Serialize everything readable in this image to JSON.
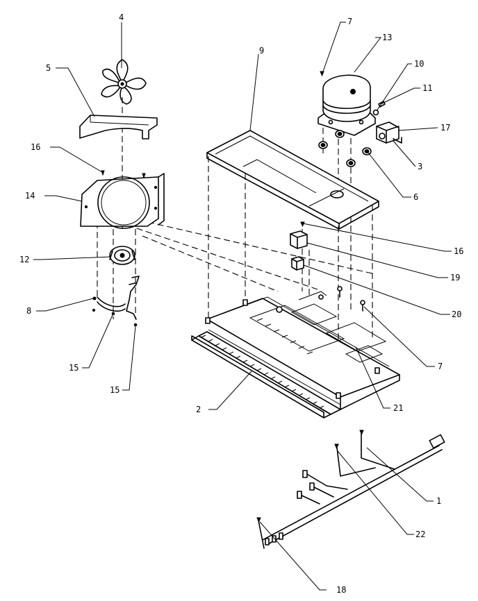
{
  "callouts": {
    "c1": "1",
    "c2": "2",
    "c3": "3",
    "c4": "4",
    "c5": "5",
    "c6": "6",
    "c7a": "7",
    "c7b": "7",
    "c8": "8",
    "c9": "9",
    "c10": "10",
    "c11": "11",
    "c12": "12",
    "c13": "13",
    "c14": "14",
    "c15a": "15",
    "c15b": "15",
    "c16a": "16",
    "c16b": "16",
    "c17": "17",
    "c18": "18",
    "c19": "19",
    "c20": "20",
    "c21": "21",
    "c22": "22"
  },
  "colors": {
    "line": "#000000",
    "background": "#ffffff"
  }
}
